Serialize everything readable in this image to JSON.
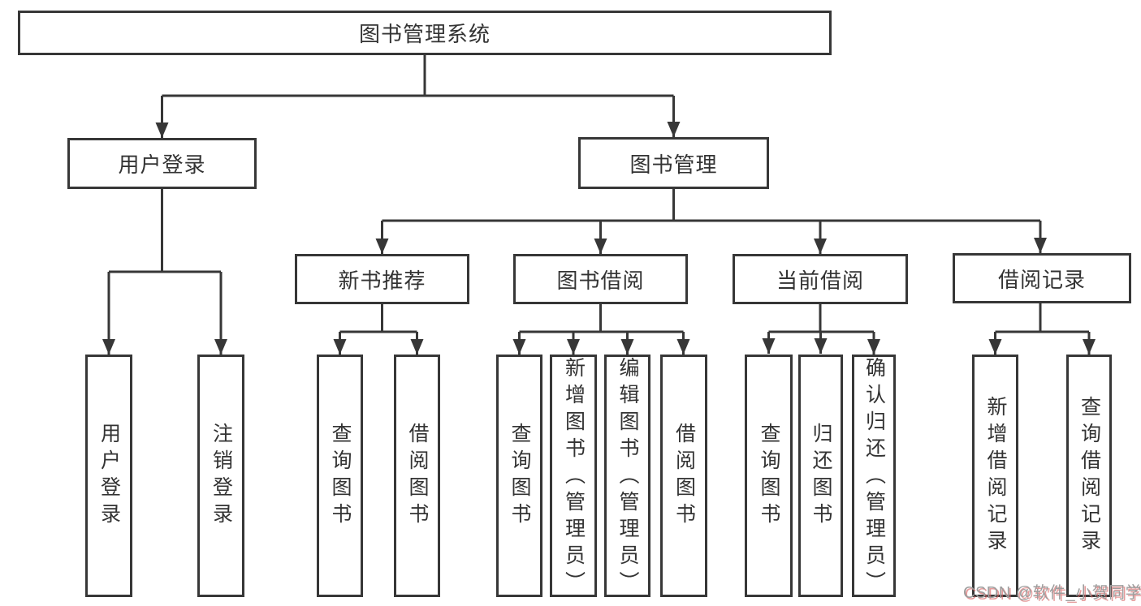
{
  "diagram_title": "图书管理系统",
  "nodes": {
    "root": "图书管理系统",
    "level1": {
      "user_login": "用户登录",
      "book_mgmt": "图书管理"
    },
    "level2": {
      "new_book": "新书推荐",
      "borrow": "图书借阅",
      "current": "当前借阅",
      "records": "借阅记录"
    },
    "leaves": {
      "user_login": "用户登录",
      "logout": "注销登录",
      "nb_query": "查询图书",
      "nb_borrow": "借阅图书",
      "bw_query": "查询图书",
      "bw_add": "新增图书（管理员）",
      "bw_edit": "编辑图书（管理员）",
      "bw_borrow": "借阅图书",
      "cur_query": "查询图书",
      "cur_return": "归还图书",
      "cur_confirm": "确认归还（管理员）",
      "rec_add": "新增借阅记录",
      "rec_query": "查询借阅记录"
    }
  },
  "watermark": "CSDN @软件_小贺同学",
  "colors": {
    "line": "#373737",
    "text": "#333333",
    "background": "#ffffff",
    "watermark_text": "#9d9d9d",
    "watermark_shadow": "#d96666"
  }
}
